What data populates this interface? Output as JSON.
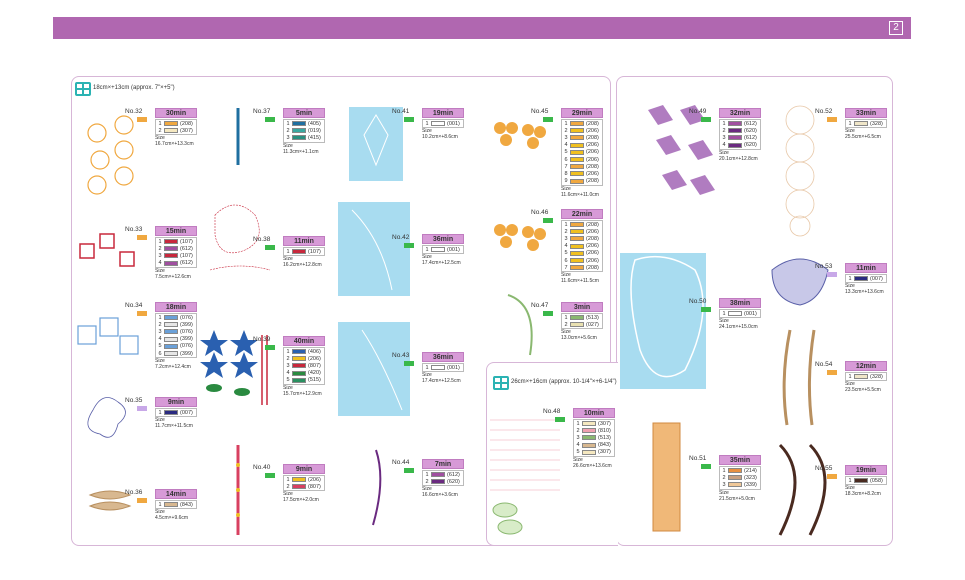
{
  "header": {
    "page_number": "2"
  },
  "panels": {
    "left": {
      "hoop_text": "18cm×+13cm (approx. 7\"×+5\")"
    },
    "bottom_right": {
      "hoop_text": "26cm×+16cm (approx. 10-1/4\"×+6-1/4\")"
    }
  },
  "patterns": [
    {
      "no": "No.32",
      "time": "30min",
      "threads": [
        [
          "1",
          "(208)",
          "#f0a840"
        ],
        [
          "2",
          "(307)",
          "#f5e8c0"
        ]
      ],
      "size": "16.7cm×+13.3cm"
    },
    {
      "no": "No.33",
      "time": "15min",
      "threads": [
        [
          "1",
          "(107)",
          "#c8283c"
        ],
        [
          "2",
          "(612)",
          "#a04fa0"
        ],
        [
          "3",
          "(107)",
          "#c8283c"
        ],
        [
          "4",
          "(612)",
          "#a04fa0"
        ]
      ],
      "size": "7.5cm×+12.6cm"
    },
    {
      "no": "No.34",
      "time": "18min",
      "threads": [
        [
          "1",
          "(076)",
          "#6aa0d8"
        ],
        [
          "2",
          "(399)",
          "#e6e6e6"
        ],
        [
          "3",
          "(076)",
          "#6aa0d8"
        ],
        [
          "4",
          "(399)",
          "#e6e6e6"
        ],
        [
          "5",
          "(076)",
          "#6aa0d8"
        ],
        [
          "6",
          "(399)",
          "#e6e6e6"
        ]
      ],
      "size": "7.2cm×+12.4cm"
    },
    {
      "no": "No.35",
      "time": "9min",
      "threads": [
        [
          "1",
          "(007)",
          "#2a2a80"
        ]
      ],
      "size": "11.7cm×+11.5cm"
    },
    {
      "no": "No.36",
      "time": "14min",
      "threads": [
        [
          "1",
          "(843)",
          "#d8b890"
        ]
      ],
      "size": "4.5cm×+9.6cm"
    },
    {
      "no": "No.37",
      "time": "5min",
      "threads": [
        [
          "1",
          "(405)",
          "#1f6fa0"
        ],
        [
          "2",
          "(019)",
          "#3aa8a0"
        ],
        [
          "3",
          "(415)",
          "#2a9080"
        ]
      ],
      "size": "11.3cm×+1.1cm"
    },
    {
      "no": "No.38",
      "time": "11min",
      "threads": [
        [
          "1",
          "(107)",
          "#c8283c"
        ]
      ],
      "size": "16.2cm×+12.8cm"
    },
    {
      "no": "No.39",
      "time": "40min",
      "threads": [
        [
          "1",
          "(406)",
          "#2a60b0"
        ],
        [
          "2",
          "(206)",
          "#f0c020"
        ],
        [
          "3",
          "(807)",
          "#c8283c"
        ],
        [
          "4",
          "(420)",
          "#2a8a40"
        ],
        [
          "5",
          "(515)",
          "#2a9060"
        ]
      ],
      "size": "15.7cm×+12.9cm"
    },
    {
      "no": "No.40",
      "time": "9min",
      "threads": [
        [
          "1",
          "(206)",
          "#f0c020"
        ],
        [
          "2",
          "(807)",
          "#d84060"
        ]
      ],
      "size": "17.5cm×+2.0cm"
    },
    {
      "no": "No.41",
      "time": "19min",
      "threads": [
        [
          "1",
          "(001)",
          "#ffffff"
        ]
      ],
      "size": "10.2cm×+8.6cm"
    },
    {
      "no": "No.42",
      "time": "36min",
      "threads": [
        [
          "1",
          "(001)",
          "#ffffff"
        ]
      ],
      "size": "17.4cm×+12.5cm"
    },
    {
      "no": "No.43",
      "time": "36min",
      "threads": [
        [
          "1",
          "(001)",
          "#ffffff"
        ]
      ],
      "size": "17.4cm×+12.5cm"
    },
    {
      "no": "No.44",
      "time": "7min",
      "threads": [
        [
          "1",
          "(612)",
          "#a04fa0"
        ],
        [
          "2",
          "(620)",
          "#6a2a80"
        ]
      ],
      "size": "16.6cm×+3.6cm"
    },
    {
      "no": "No.45",
      "time": "29min",
      "threads": [
        [
          "1",
          "(208)",
          "#f0a840"
        ],
        [
          "2",
          "(206)",
          "#f0c020"
        ],
        [
          "3",
          "(208)",
          "#f0a840"
        ],
        [
          "4",
          "(206)",
          "#f0c020"
        ],
        [
          "5",
          "(206)",
          "#f0c020"
        ],
        [
          "6",
          "(206)",
          "#f0c020"
        ],
        [
          "7",
          "(208)",
          "#f0a840"
        ],
        [
          "8",
          "(206)",
          "#f0c020"
        ],
        [
          "9",
          "(208)",
          "#f0a840"
        ]
      ],
      "size": "11.6cm×+11.0cm"
    },
    {
      "no": "No.46",
      "time": "22min",
      "threads": [
        [
          "1",
          "(208)",
          "#f0a840"
        ],
        [
          "2",
          "(206)",
          "#f0c020"
        ],
        [
          "3",
          "(208)",
          "#f0a840"
        ],
        [
          "4",
          "(206)",
          "#f0c020"
        ],
        [
          "5",
          "(206)",
          "#f0c020"
        ],
        [
          "6",
          "(206)",
          "#f0c020"
        ],
        [
          "7",
          "(208)",
          "#f0a840"
        ]
      ],
      "size": "11.6cm×+11.5cm"
    },
    {
      "no": "No.47",
      "time": "3min",
      "threads": [
        [
          "1",
          "(513)",
          "#8ab870"
        ],
        [
          "2",
          "(027)",
          "#e8e0b0"
        ]
      ],
      "size": "13.0cm×+5.6cm"
    },
    {
      "no": "No.48",
      "time": "10min",
      "threads": [
        [
          "1",
          "(307)",
          "#f5e8c0"
        ],
        [
          "2",
          "(810)",
          "#f0a0b0"
        ],
        [
          "3",
          "(513)",
          "#8ab870"
        ],
        [
          "4",
          "(843)",
          "#d8b890"
        ],
        [
          "5",
          "(307)",
          "#f5e8c0"
        ]
      ],
      "size": "26.6cm×+13.6cm"
    },
    {
      "no": "No.49",
      "time": "32min",
      "threads": [
        [
          "1",
          "(612)",
          "#a04fa0"
        ],
        [
          "2",
          "(620)",
          "#6a2a80"
        ],
        [
          "3",
          "(612)",
          "#a04fa0"
        ],
        [
          "4",
          "(620)",
          "#6a2a80"
        ]
      ],
      "size": "20.1cm×+12.8cm"
    },
    {
      "no": "No.50",
      "time": "38min",
      "threads": [
        [
          "1",
          "(001)",
          "#ffffff"
        ]
      ],
      "size": "24.1cm×+15.0cm"
    },
    {
      "no": "No.51",
      "time": "35min",
      "threads": [
        [
          "1",
          "(214)",
          "#e89040"
        ],
        [
          "2",
          "(323)",
          "#c8a080"
        ],
        [
          "3",
          "(339)",
          "#f0c898"
        ]
      ],
      "size": "21.5cm×+5.0cm"
    },
    {
      "no": "No.52",
      "time": "33min",
      "threads": [
        [
          "1",
          "(328)",
          "#f0e6c8"
        ]
      ],
      "size": "25.5cm×+6.5cm"
    },
    {
      "no": "No.53",
      "time": "11min",
      "threads": [
        [
          "1",
          "(007)",
          "#2a2a80"
        ]
      ],
      "size": "13.3cm×+13.6cm"
    },
    {
      "no": "No.54",
      "time": "12min",
      "threads": [
        [
          "1",
          "(328)",
          "#f0e6c8"
        ]
      ],
      "size": "23.5cm×+5.5cm"
    },
    {
      "no": "No.55",
      "time": "19min",
      "threads": [
        [
          "1",
          "(058)",
          "#4a2a20"
        ]
      ],
      "size": "18.3cm×+8.2cm"
    }
  ]
}
